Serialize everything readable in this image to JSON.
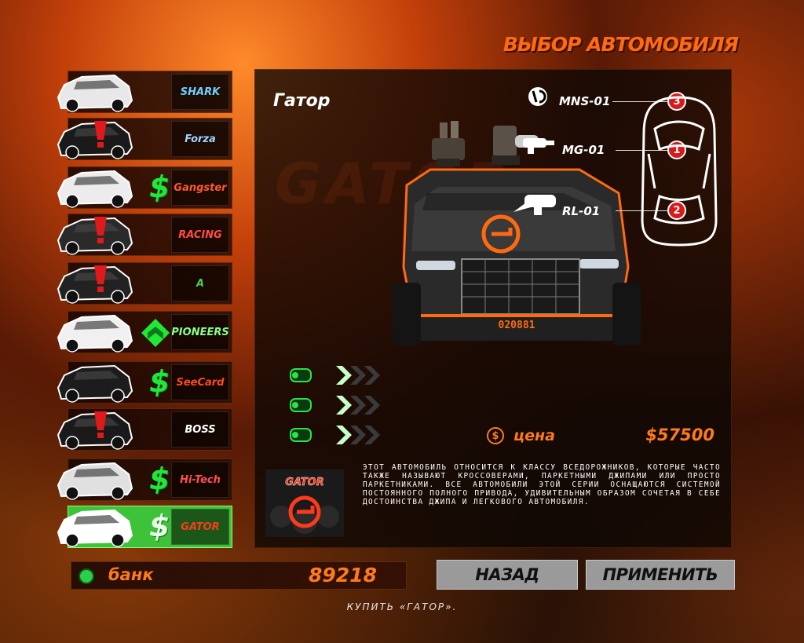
{
  "screen": {
    "title": "ВЫБОР АВТОМОБИЛЯ"
  },
  "colors": {
    "accent": "#ff7a18",
    "selected": "#3ec23a",
    "dollar": "#1fe836",
    "warning": "#d81a1a"
  },
  "car_list": [
    {
      "logo": "SHARK",
      "logo_color": "#6fd0ff",
      "status": "owned",
      "icon": "car-icon"
    },
    {
      "logo": "Forza",
      "logo_color": "#9fd4ff",
      "status": "locked",
      "icon": "warning-icon"
    },
    {
      "logo": "Gangster",
      "logo_color": "#ff5a2a",
      "status": "buy",
      "icon": "dollar-icon"
    },
    {
      "logo": "RACING",
      "logo_color": "#ff4a4a",
      "status": "locked",
      "icon": "warning-icon"
    },
    {
      "logo": "A",
      "logo_color": "#4bd04a",
      "status": "locked",
      "icon": "warning-icon"
    },
    {
      "logo": "PIONEERS",
      "logo_color": "#8aff8a",
      "status": "upgrade",
      "icon": "chevron-up-icon"
    },
    {
      "logo": "SeeCard",
      "logo_color": "#ff4a1a",
      "status": "buy",
      "icon": "dollar-icon"
    },
    {
      "logo": "BOSS",
      "logo_color": "#ffffff",
      "status": "locked",
      "icon": "warning-icon"
    },
    {
      "logo": "Hi-Tech",
      "logo_color": "#ff5050",
      "status": "buy",
      "icon": "dollar-icon"
    },
    {
      "logo": "GATOR",
      "logo_color": "#ff3a1a",
      "status": "buy-selected",
      "icon": "dollar-icon"
    }
  ],
  "car": {
    "name": "Гатор",
    "watermark": "GATOR",
    "plate": "020881",
    "brand_logo": "GATOR"
  },
  "weapons": [
    {
      "label": "MNS-01",
      "slot": "3",
      "icon": "mines-icon"
    },
    {
      "label": "MG-01",
      "slot": "1",
      "icon": "machine-gun-icon"
    },
    {
      "label": "RL-01",
      "slot": "2",
      "icon": "rocket-launcher-icon"
    }
  ],
  "upgrades": [
    {
      "icon": "engine-upgrade-icon",
      "level": 1
    },
    {
      "icon": "suspension-upgrade-icon",
      "level": 1
    },
    {
      "icon": "armor-upgrade-icon",
      "level": 1
    }
  ],
  "price": {
    "symbol": "$",
    "label": "цена",
    "value": "$57500"
  },
  "description": "Этот автомобиль относится к классу вседорожников, которые часто также называют кроссоверами, паркетными джипами или просто паркетниками. Все автомобили этой серии оснащаются системой постоянного полного привода, удивительным образом сочетая в себе достоинства джипа и легкового автомобиля.",
  "bank": {
    "label": "банк",
    "value": "89218"
  },
  "buttons": {
    "back": "НАЗАД",
    "apply": "ПРИМЕНИТЬ"
  },
  "status_hint": "КУПИТЬ «ГАТОР»."
}
